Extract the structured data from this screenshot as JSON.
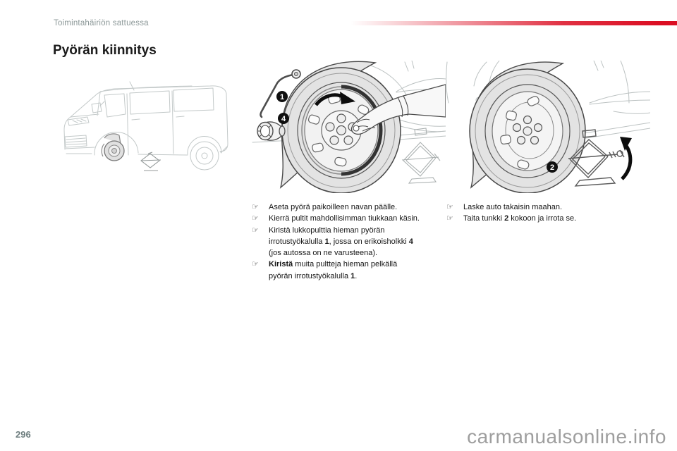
{
  "header": {
    "breadcrumb": "Toimintahäiriön sattuessa"
  },
  "title": "Pyörän kiinnitys",
  "instructions": {
    "bullet_glyph": "☞",
    "column_main": {
      "steps": [
        {
          "segments": [
            {
              "t": "Aseta pyörä paikoilleen navan päälle.",
              "b": false
            }
          ]
        },
        {
          "segments": [
            {
              "t": "Kierrä pultit mahdollisimman tiukkaan käsin.",
              "b": false
            }
          ]
        },
        {
          "segments": [
            {
              "t": "Kiristä lukkopulttia hieman pyörän irrotustyökalulla ",
              "b": false
            },
            {
              "t": "1",
              "b": true
            },
            {
              "t": ", jossa on erikoisholkki ",
              "b": false
            },
            {
              "t": "4",
              "b": true
            },
            {
              "t": " (jos autossa on ne varusteena).",
              "b": false
            }
          ]
        },
        {
          "segments": [
            {
              "t": "Kiristä",
              "b": true
            },
            {
              "t": " muita pultteja hieman pelkällä pyörän irrotustyökalulla ",
              "b": false
            },
            {
              "t": "1",
              "b": true
            },
            {
              "t": ".",
              "b": false
            }
          ]
        }
      ]
    },
    "column_right": {
      "steps": [
        {
          "segments": [
            {
              "t": "Laske auto takaisin maahan.",
              "b": false
            }
          ]
        },
        {
          "segments": [
            {
              "t": "Taita tunkki ",
              "b": false
            },
            {
              "t": "2",
              "b": true
            },
            {
              "t": " kokoon ja irrota se.",
              "b": false
            }
          ]
        }
      ]
    }
  },
  "callouts": {
    "wheel_brace": "1",
    "socket_adapter": "4",
    "jack": "2"
  },
  "footer": {
    "page_number": "296",
    "watermark": "carmanualsonline.info"
  },
  "colors": {
    "accent_red": "#db0d22",
    "breadcrumb_gray": "#8c9898",
    "page_number_gray": "#6e7e7f",
    "watermark_gray": "#9e9e9e",
    "line_art_dark": "#4a4a4a",
    "line_art_light": "#c3c9c9"
  }
}
